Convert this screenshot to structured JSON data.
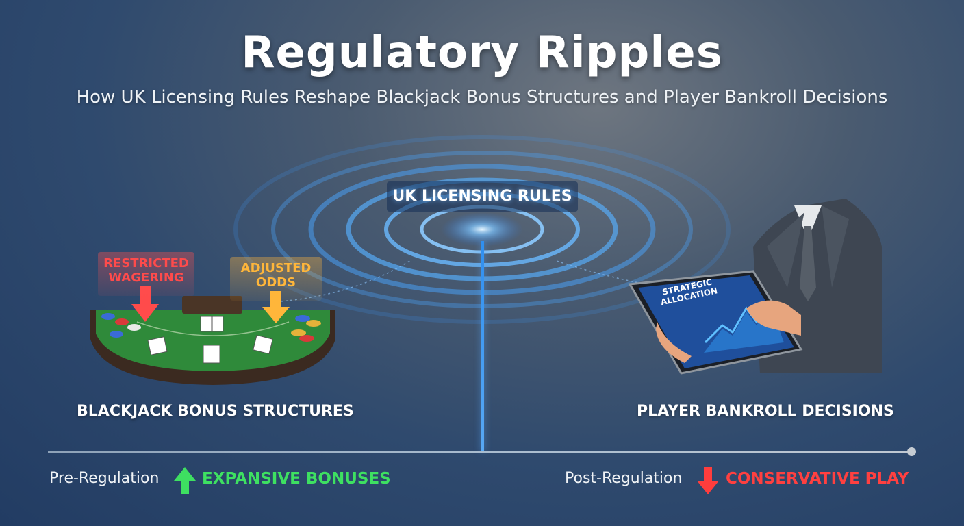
{
  "header": {
    "title": "Regulatory Ripples",
    "subtitle": "How UK Licensing Rules Reshape Blackjack Bonus Structures and Player Bankroll Decisions"
  },
  "center": {
    "label": "UK LICENSING RULES"
  },
  "left": {
    "label": "BLACKJACK BONUS STRUCTURES",
    "tags": {
      "restricted": "RESTRICTED WAGERING",
      "adjusted": "ADJUSTED ODDS"
    }
  },
  "right": {
    "label": "PLAYER BANKROLL DECISIONS",
    "tablet_text": "STRATEGIC ALLOCATION"
  },
  "timeline": {
    "pre_label": "Pre-Regulation",
    "pre_effect": "EXPANSIVE BONUSES",
    "post_label": "Post-Regulation",
    "post_effect": "CONSERVATIVE PLAY"
  },
  "colors": {
    "accent_blue": "#3f9bff",
    "positive_green": "#3ee061",
    "negative_red": "#ff3d3d",
    "restricted_red": "#ff4b4b",
    "adjusted_gold": "#ffb63a",
    "table_felt": "#2f8a3a"
  },
  "icons": {
    "pre_arrow": "arrow-up-icon",
    "post_arrow": "arrow-down-icon"
  }
}
